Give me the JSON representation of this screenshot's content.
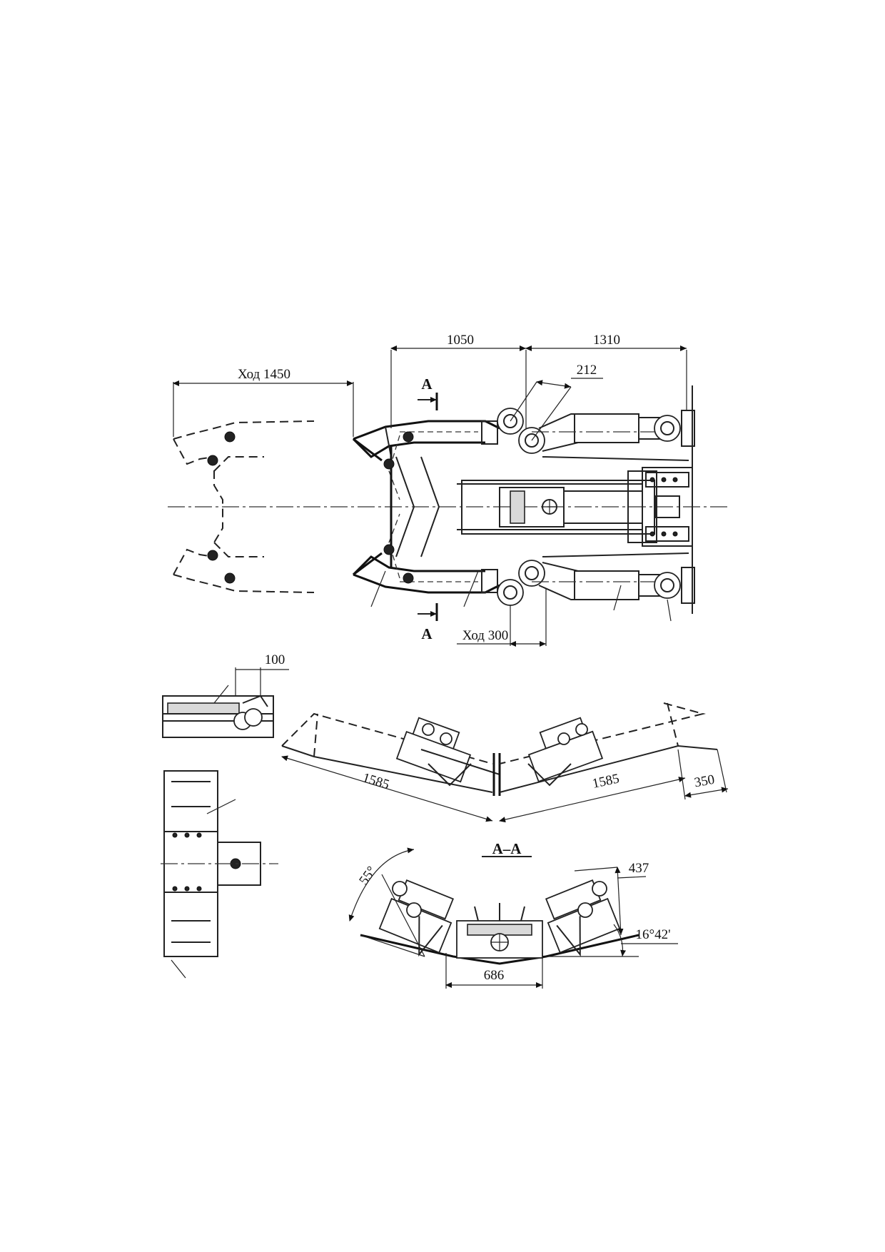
{
  "dimensions": {
    "top_left": "1050",
    "top_right": "1310",
    "stroke": "Ход 1450",
    "d212": "212",
    "stroke_small": "Ход 300",
    "d100": "100",
    "left_1585": "1585",
    "right_1585": "1585",
    "d350": "350",
    "d437": "437",
    "d686": "686",
    "angle_55": "55°",
    "angle_16": "16°42'"
  },
  "section": {
    "marker_top": "А",
    "marker_bottom": "А",
    "title": "А–А"
  }
}
